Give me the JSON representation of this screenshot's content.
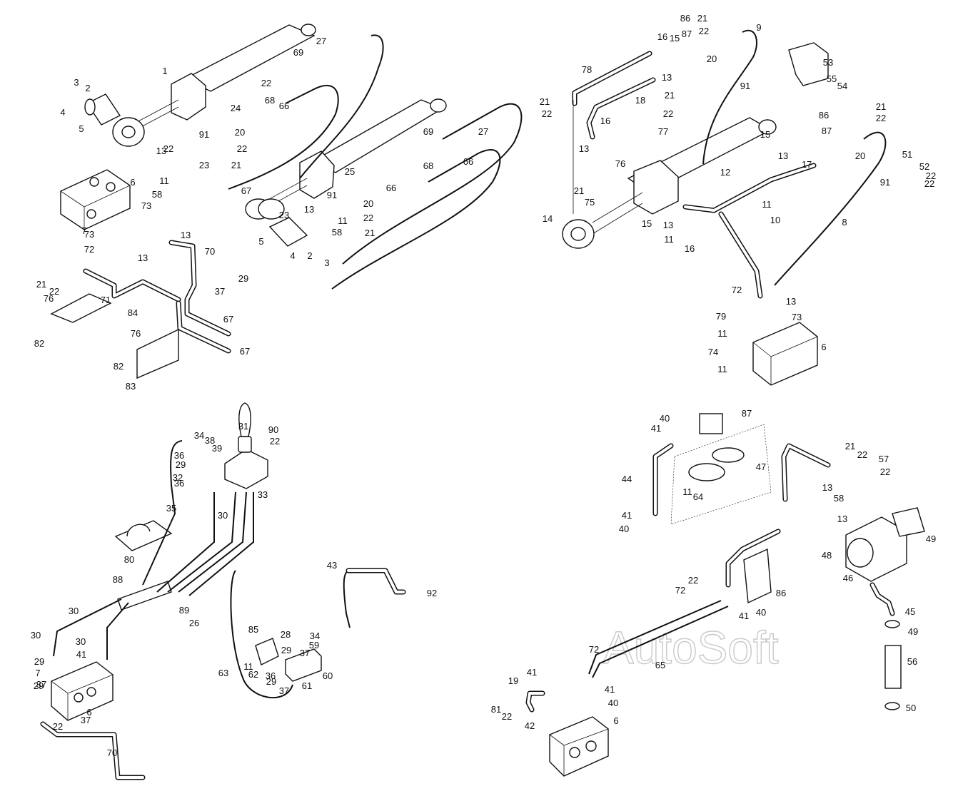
{
  "watermark": "AutoSoft",
  "callouts": {
    "q1": [
      "1",
      "2",
      "3",
      "4",
      "5",
      "6",
      "7",
      "11",
      "13",
      "13",
      "13",
      "20",
      "21",
      "21",
      "22",
      "22",
      "22",
      "23",
      "23",
      "24",
      "25",
      "27",
      "27",
      "29",
      "37",
      "5",
      "58",
      "58",
      "66",
      "66",
      "66",
      "67",
      "67",
      "67",
      "68",
      "68",
      "69",
      "69",
      "70",
      "71",
      "72",
      "73",
      "73",
      "76",
      "76",
      "82",
      "82",
      "83",
      "84",
      "91",
      "91",
      "4",
      "2",
      "3",
      "11",
      "13",
      "20",
      "21",
      "22",
      "22"
    ],
    "q2": [
      "6",
      "8",
      "9",
      "10",
      "11",
      "11",
      "11",
      "11",
      "12",
      "13",
      "13",
      "13",
      "13",
      "13",
      "14",
      "15",
      "15",
      "15",
      "16",
      "16",
      "16",
      "17",
      "18",
      "20",
      "20",
      "21",
      "21",
      "21",
      "21",
      "21",
      "22",
      "22",
      "22",
      "22",
      "22",
      "22",
      "51",
      "52",
      "53",
      "54",
      "55",
      "72",
      "73",
      "74",
      "75",
      "76",
      "77",
      "78",
      "79",
      "86",
      "86",
      "87",
      "87",
      "91",
      "91"
    ],
    "q3": [
      "6",
      "7",
      "11",
      "26",
      "28",
      "29",
      "29",
      "29",
      "29",
      "29",
      "30",
      "30",
      "30",
      "30",
      "31",
      "32",
      "33",
      "34",
      "34",
      "35",
      "36",
      "36",
      "36",
      "37",
      "37",
      "37",
      "37",
      "38",
      "39",
      "41",
      "43",
      "59",
      "60",
      "61",
      "62",
      "63",
      "70",
      "80",
      "85",
      "88",
      "89",
      "90",
      "92",
      "22",
      "22"
    ],
    "q4": [
      "6",
      "11",
      "13",
      "13",
      "19",
      "21",
      "22",
      "22",
      "22",
      "22",
      "40",
      "40",
      "40",
      "40",
      "41",
      "41",
      "41",
      "41",
      "41",
      "42",
      "44",
      "45",
      "46",
      "47",
      "48",
      "49",
      "49",
      "50",
      "56",
      "57",
      "58",
      "64",
      "65",
      "72",
      "72",
      "81",
      "86",
      "87"
    ]
  }
}
